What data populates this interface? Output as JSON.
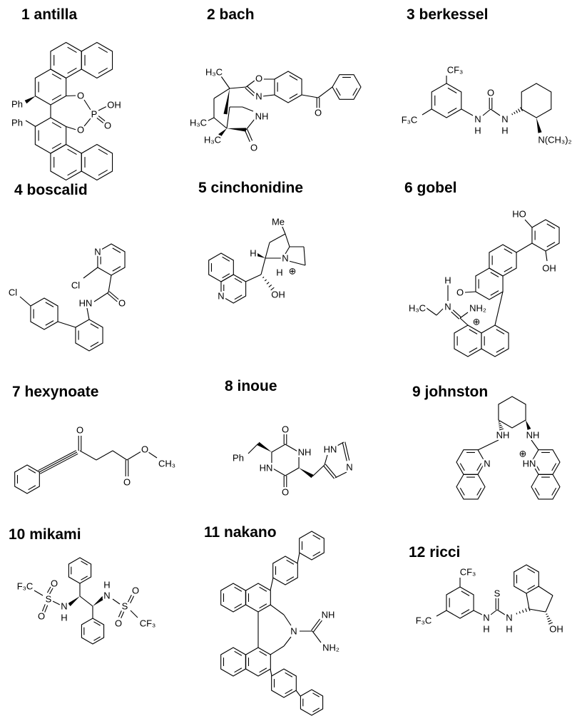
{
  "molecules": [
    {
      "title": "1 antilla",
      "labels": [
        "Ph",
        "Ph",
        "O",
        "P",
        "OH",
        "O",
        "O"
      ]
    },
    {
      "title": "2 bach",
      "labels": [
        "H₃C",
        "O",
        "N",
        "O",
        "NH",
        "H₃C",
        "H₃C",
        "O"
      ]
    },
    {
      "title": "3 berkessel",
      "labels": [
        "CF₃",
        "F₃C",
        "N",
        "H",
        "O",
        "N",
        "H",
        "N(CH₃)₂"
      ]
    },
    {
      "title": "4 boscalid",
      "labels": [
        "N",
        "Cl",
        "O",
        "HN",
        "Cl"
      ]
    },
    {
      "title": "5 cinchonidine",
      "labels": [
        "N",
        "OH",
        "H",
        "N",
        "H",
        "⊕",
        "Me"
      ]
    },
    {
      "title": "6 gobel",
      "labels": [
        "HO",
        "OH",
        "O",
        "H",
        "N",
        "NH₂",
        "⊕",
        "H₃C"
      ]
    },
    {
      "title": "7 hexynoate",
      "labels": [
        "O",
        "O",
        "O",
        "CH₃"
      ]
    },
    {
      "title": "8 inoue",
      "labels": [
        "O",
        "O",
        "NH",
        "HN",
        "Ph",
        "HN",
        "N"
      ]
    },
    {
      "title": "9 johnston",
      "labels": [
        "NH",
        "NH",
        "N",
        "HN",
        "⊕"
      ]
    },
    {
      "title": "10 mikami",
      "labels": [
        "N",
        "H",
        "S",
        "O",
        "O",
        "F₃C",
        "N",
        "H",
        "S",
        "O",
        "O",
        "CF₃"
      ]
    },
    {
      "title": "11 nakano",
      "labels": [
        "N",
        "NH",
        "NH₂"
      ]
    },
    {
      "title": "12 ricci",
      "labels": [
        "CF₃",
        "F₃C",
        "N",
        "H",
        "S",
        "N",
        "H",
        "OH"
      ]
    }
  ]
}
